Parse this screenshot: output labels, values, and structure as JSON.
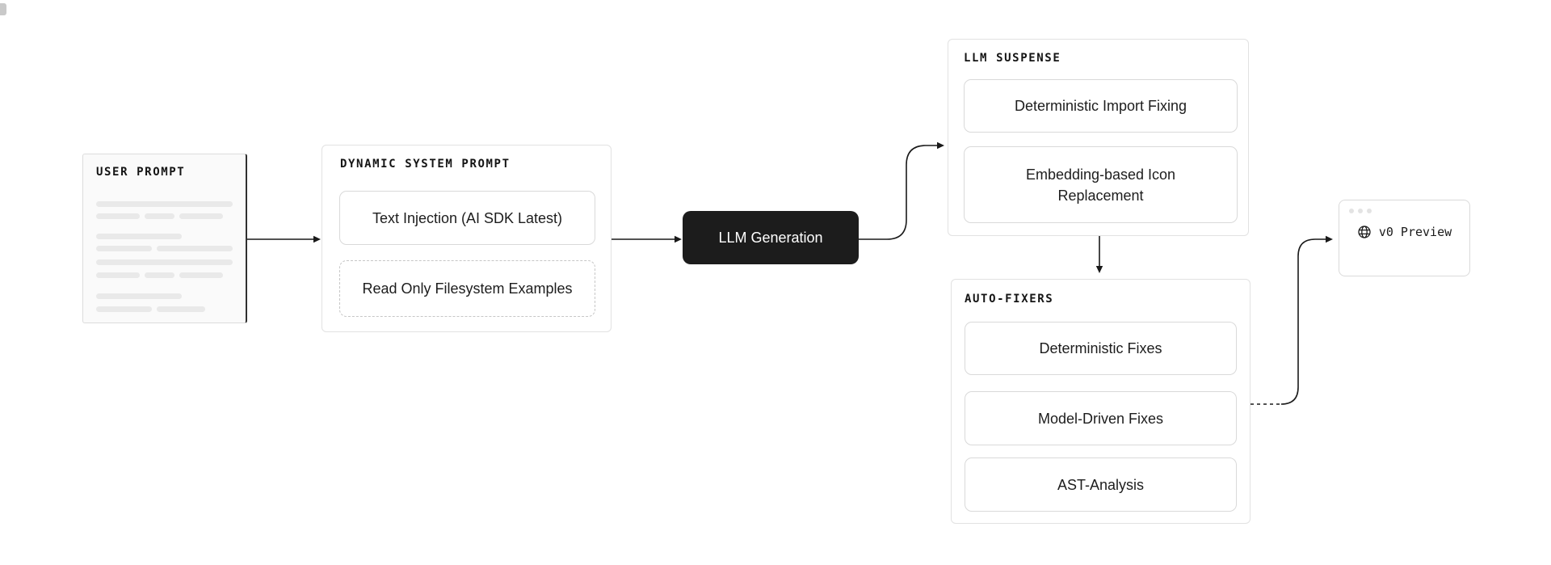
{
  "nodes": {
    "user_prompt": {
      "title": "USER PROMPT"
    },
    "dynamic_system_prompt": {
      "title": "DYNAMIC SYSTEM PROMPT",
      "items": [
        {
          "label": "Text Injection (AI SDK Latest)"
        },
        {
          "label": "Read Only Filesystem Examples"
        }
      ]
    },
    "llm_generation": {
      "label": "LLM Generation"
    },
    "llm_suspense": {
      "title": "LLM SUSPENSE",
      "items": [
        {
          "label": "Deterministic Import Fixing"
        },
        {
          "label": "Embedding-based Icon Replacement"
        }
      ]
    },
    "auto_fixers": {
      "title": "AUTO-FIXERS",
      "items": [
        {
          "label": "Deterministic Fixes"
        },
        {
          "label": "Model-Driven Fixes"
        },
        {
          "label": "AST-Analysis"
        }
      ]
    },
    "v0_preview": {
      "label": "v0 Preview",
      "icon": "globe-icon"
    }
  },
  "colors": {
    "background": "#ffffff",
    "dark_node_bg": "#1c1c1c",
    "dark_node_text": "#ffffff",
    "panel_border": "#e2e2e2",
    "chip_border": "#d9d9d9",
    "skeleton": "#e9e9e9",
    "connector": "#1a1a1a",
    "document_bg": "#fafafa",
    "window_dot": "#e3e3e3"
  }
}
